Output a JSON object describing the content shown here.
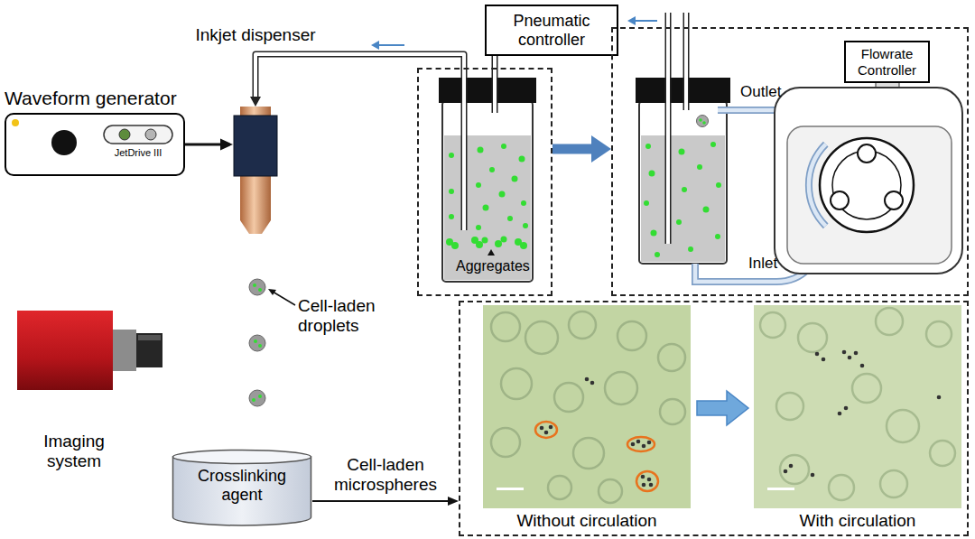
{
  "diagram": {
    "nodes": [
      {
        "text": [
          "Inkjet dispenser"
        ]
      },
      {
        "text": [
          "Pneumatic controller"
        ]
      },
      {
        "text": [
          "Waveform generator",
          "JetDrive III"
        ]
      },
      {
        "text": [
          "Aggregates"
        ]
      },
      {
        "text": [
          "Outlet",
          "Inlet"
        ]
      },
      {
        "text": [
          "Flowrate Controller"
        ],
        "in": 4
      },
      {
        "text": [
          "Imaging system"
        ]
      },
      {
        "text": [
          "Crosslinking agent"
        ]
      },
      {
        "text": [
          "Without circulation",
          "With circulation"
        ]
      }
    ],
    "edges": [
      {
        "from": 2,
        "to": 0,
        "arrow": "to"
      },
      {
        "from": 3,
        "to": 0,
        "arrow": "to"
      },
      {
        "from": 1,
        "to": 3,
        "arrow": "none"
      },
      {
        "from": 3,
        "to": 4,
        "arrow": "to"
      },
      {
        "from": 7,
        "to": 8,
        "arrow": "to",
        "label": "Cell-laden microspheres"
      }
    ],
    "labels": [
      "Cell-laden droplets"
    ]
  }
}
